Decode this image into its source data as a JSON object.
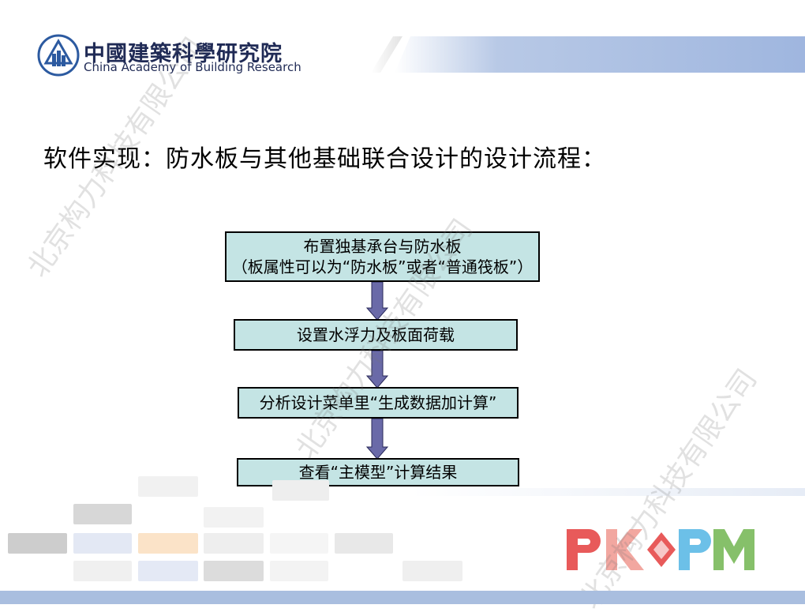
{
  "header": {
    "org_name_cn": "中國建築科學研究院",
    "org_name_en": "China Academy of Building Research"
  },
  "slide": {
    "title": "软件实现：防水板与其他基础联合设计的设计流程："
  },
  "flow": {
    "steps": [
      {
        "line1": "布置独基承台与防水板",
        "line2": "（板属性可以为“防水板”或者“普通筏板”）"
      },
      {
        "line1": "设置水浮力及板面荷载"
      },
      {
        "line1": "分析设计菜单里“生成数据加计算”"
      },
      {
        "line1": "查看“主模型”计算结果"
      }
    ]
  },
  "brand": {
    "logo_text": "PKPM"
  },
  "watermark": {
    "text": "北京构力科技有限公司"
  },
  "colors": {
    "box_fill": "#c4e4e4",
    "arrow_fill": "#6a6aa8",
    "header_band": "#9fb6df",
    "title_text": "#1f2a55"
  }
}
